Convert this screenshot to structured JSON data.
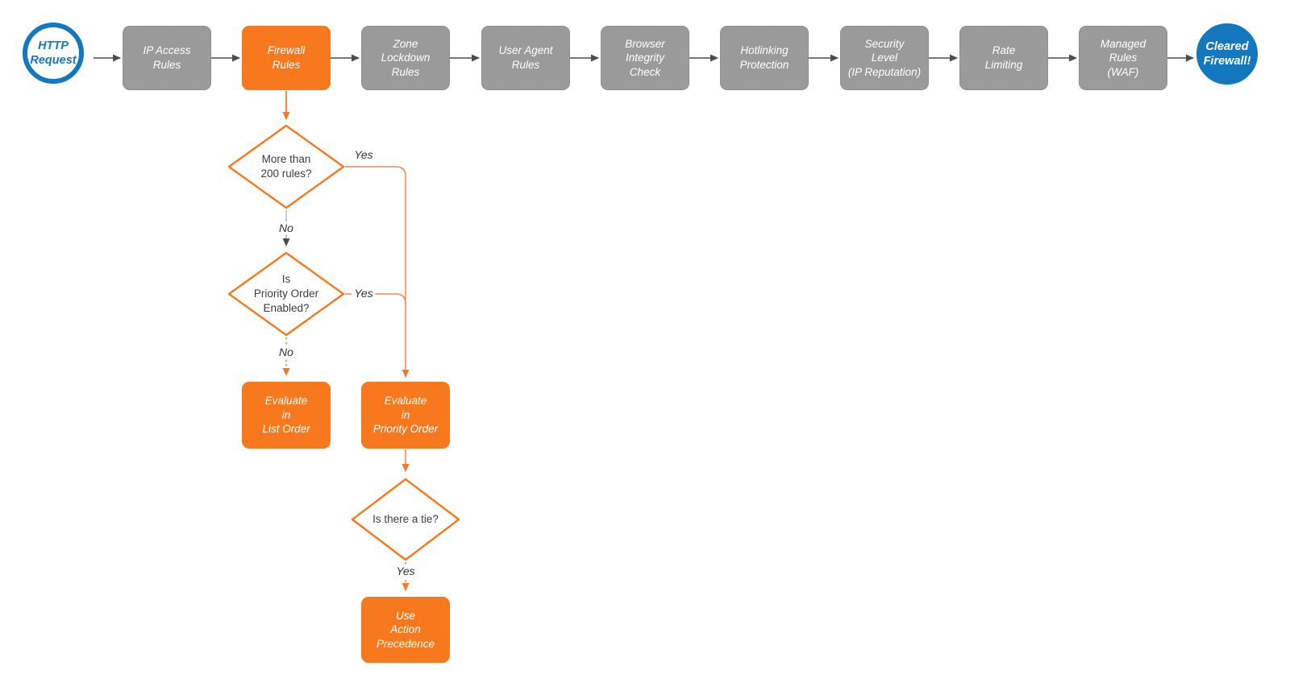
{
  "flow": {
    "nodes": [
      {
        "id": "http-request",
        "label": "HTTP\nRequest"
      },
      {
        "id": "ip-access-rules",
        "label": "IP Access\nRules"
      },
      {
        "id": "firewall-rules",
        "label": "Firewall\nRules"
      },
      {
        "id": "zone-lockdown-rules",
        "label": "Zone\nLockdown\nRules"
      },
      {
        "id": "user-agent-rules",
        "label": "User Agent\nRules"
      },
      {
        "id": "browser-integrity-check",
        "label": "Browser\nIntegrity\nCheck"
      },
      {
        "id": "hotlinking-protection",
        "label": "Hotlinking\nProtection"
      },
      {
        "id": "security-level",
        "label": "Security\nLevel\n(IP Reputation)"
      },
      {
        "id": "rate-limiting",
        "label": "Rate\nLimiting"
      },
      {
        "id": "managed-rules-waf",
        "label": "Managed\nRules\n(WAF)"
      },
      {
        "id": "cleared-firewall",
        "label": "Cleared\nFirewall!"
      }
    ]
  },
  "branch": {
    "decision_1": {
      "label": "More than\n200 rules?",
      "yes_label": "Yes",
      "no_label": "No"
    },
    "decision_2": {
      "label": "Is\nPriority Order\nEnabled?",
      "yes_label": "Yes",
      "no_label": "No"
    },
    "decision_3": {
      "label": "Is there a tie?",
      "yes_label": "Yes"
    },
    "action_list_order": {
      "label": "Evaluate\nin\nList Order"
    },
    "action_priority_order": {
      "label": "Evaluate\nin\nPriority Order"
    },
    "action_action_precedence": {
      "label": "Use\nAction\nPrecedence"
    }
  },
  "colors": {
    "accent_orange": "#F8791D",
    "connector_orange": "#F5854B",
    "node_gray": "#9A9A9A",
    "brand_blue": "#1478BE",
    "connector_dark": "#4D4D4D",
    "diamond_text": "#3D3D3D"
  }
}
